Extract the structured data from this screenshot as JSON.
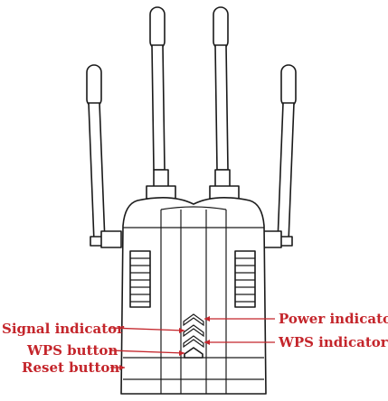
{
  "colors": {
    "label": "#c4252b",
    "outline": "#1a1a1a",
    "background": "#ffffff"
  },
  "labels": {
    "signal_indicator": "Signal indicator",
    "wps_button": "WPS button",
    "reset_button": "Reset button",
    "power_indicator": "Power indicator",
    "wps_indicator": "WPS indicator"
  }
}
